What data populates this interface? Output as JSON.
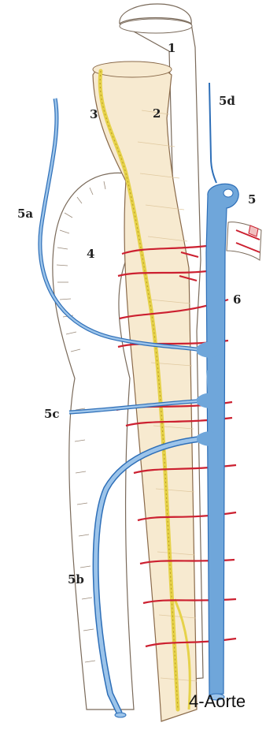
{
  "labels": {
    "n1": "1",
    "n2": "2",
    "n3": "3",
    "n4": "4",
    "n5": "5",
    "n5a": "5a",
    "n5b": "5b",
    "n5c": "5c",
    "n5d": "5d",
    "n6": "6"
  },
  "caption": "4-Aorte",
  "colors": {
    "vein": "#6fa6da",
    "vein_stroke": "#2e6fb8",
    "artery": "#cc2030",
    "nerve": "#e6d24a",
    "esophagus_fill": "#f5e6c8",
    "outline": "#7a6a5a"
  }
}
